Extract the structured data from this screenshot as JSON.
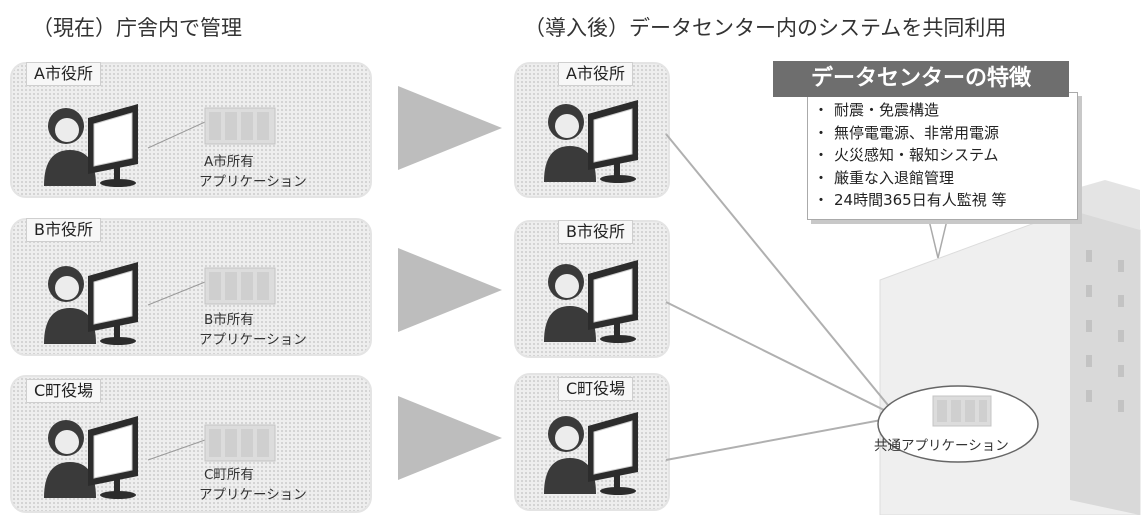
{
  "headings": {
    "current": "（現在）庁舎内で管理",
    "after": "（導入後）データセンター内のシステムを共同利用"
  },
  "current_offices": [
    {
      "label": "A市役所",
      "app_line1": "A市所有",
      "app_line2": "アプリケーション"
    },
    {
      "label": "B市役所",
      "app_line1": "B市所有",
      "app_line2": "アプリケーション"
    },
    {
      "label": "C町役場",
      "app_line1": "C町所有",
      "app_line2": "アプリケーション"
    }
  ],
  "after_offices": [
    {
      "label": "A市役所"
    },
    {
      "label": "B市役所"
    },
    {
      "label": "C町役場"
    }
  ],
  "datacenter": {
    "title": "データセンターの特徴",
    "features": [
      "耐震・免震構造",
      "無停電電源、非常用電源",
      "火災感知・報知システム",
      "厳重な入退館管理",
      "24時間365日有人監視 等"
    ],
    "shared_app": "共通アプリケーション"
  },
  "colors": {
    "panel": "#eeeeee",
    "arrow": "#bdbdbd",
    "line": "#b0b0b0",
    "person": "#3a3a3a",
    "title_bg": "#6e6e6e"
  },
  "icons": [
    "person-icon",
    "monitor-icon",
    "server-rack-icon",
    "arrow-icon",
    "datacenter-building-icon"
  ]
}
